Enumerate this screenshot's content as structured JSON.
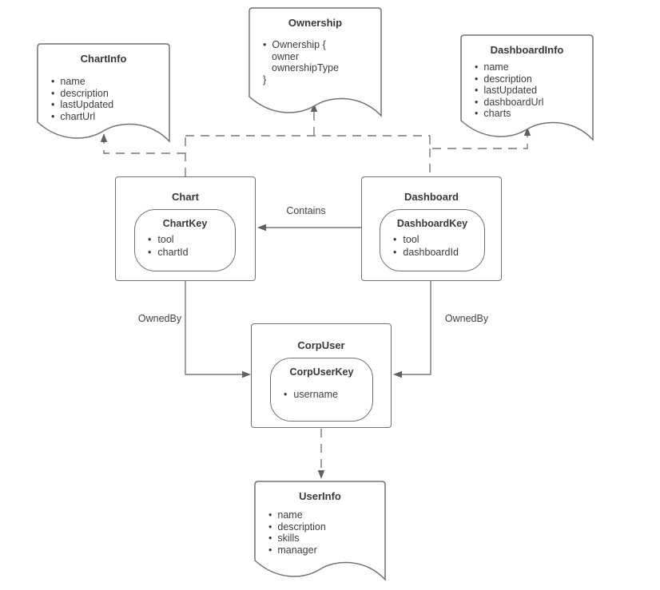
{
  "colors": {
    "stroke": "#6f7377",
    "connector": "#75787b",
    "text": "#383838"
  },
  "documents": {
    "chartinfo": {
      "title": "ChartInfo",
      "items": [
        "name",
        "description",
        "lastUpdated",
        "chartUrl"
      ]
    },
    "ownership": {
      "title": "Ownership",
      "lines": [
        "Ownership {",
        "owner",
        "ownershipType",
        "}"
      ]
    },
    "dashboardinfo": {
      "title": "DashboardInfo",
      "items": [
        "name",
        "description",
        "lastUpdated",
        "dashboardUrl",
        "charts"
      ]
    },
    "userinfo": {
      "title": "UserInfo",
      "items": [
        "name",
        "description",
        "skills",
        "manager"
      ]
    }
  },
  "entities": {
    "chart": {
      "title": "Chart",
      "key_title": "ChartKey",
      "key_items": [
        "tool",
        "chartId"
      ]
    },
    "dashboard": {
      "title": "Dashboard",
      "key_title": "DashboardKey",
      "key_items": [
        "tool",
        "dashboardId"
      ]
    },
    "corpuser": {
      "title": "CorpUser",
      "key_title": "CorpUserKey",
      "key_items": [
        "username"
      ]
    }
  },
  "edges": {
    "contains_label": "Contains",
    "owned_by_left_label": "OwnedBy",
    "owned_by_right_label": "OwnedBy"
  }
}
